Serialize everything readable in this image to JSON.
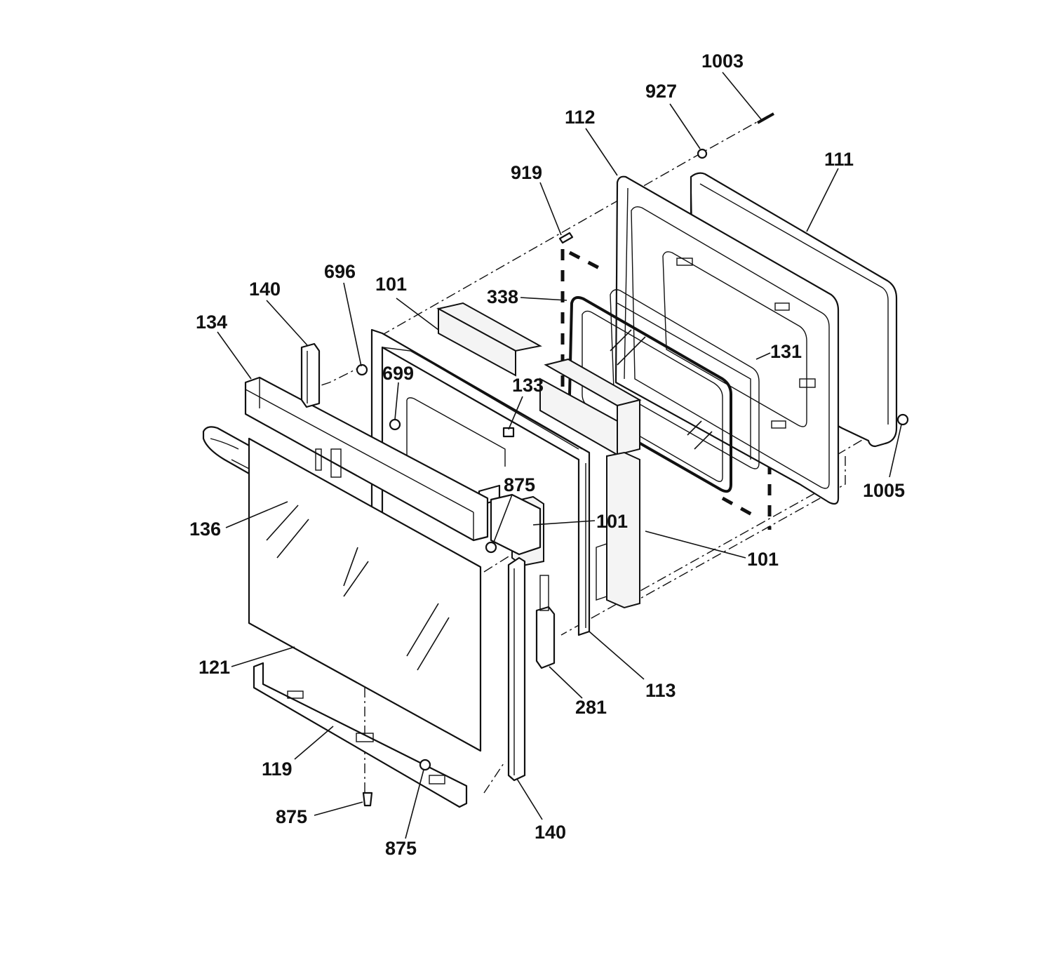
{
  "callouts": [
    {
      "id": "c1003",
      "label": "1003"
    },
    {
      "id": "c927",
      "label": "927"
    },
    {
      "id": "c112",
      "label": "112"
    },
    {
      "id": "c111",
      "label": "111"
    },
    {
      "id": "c919",
      "label": "919"
    },
    {
      "id": "c696",
      "label": "696"
    },
    {
      "id": "c140a",
      "label": "140"
    },
    {
      "id": "c101a",
      "label": "101"
    },
    {
      "id": "c338",
      "label": "338"
    },
    {
      "id": "c134",
      "label": "134"
    },
    {
      "id": "c699",
      "label": "699"
    },
    {
      "id": "c133",
      "label": "133"
    },
    {
      "id": "c131",
      "label": "131"
    },
    {
      "id": "c1005",
      "label": "1005"
    },
    {
      "id": "c875a",
      "label": "875"
    },
    {
      "id": "c101b",
      "label": "101"
    },
    {
      "id": "c136",
      "label": "136"
    },
    {
      "id": "c101c",
      "label": "101"
    },
    {
      "id": "c113",
      "label": "113"
    },
    {
      "id": "c281",
      "label": "281"
    },
    {
      "id": "c121",
      "label": "121"
    },
    {
      "id": "c119",
      "label": "119"
    },
    {
      "id": "c875b",
      "label": "875"
    },
    {
      "id": "c875c",
      "label": "875"
    },
    {
      "id": "c140b",
      "label": "140"
    }
  ]
}
